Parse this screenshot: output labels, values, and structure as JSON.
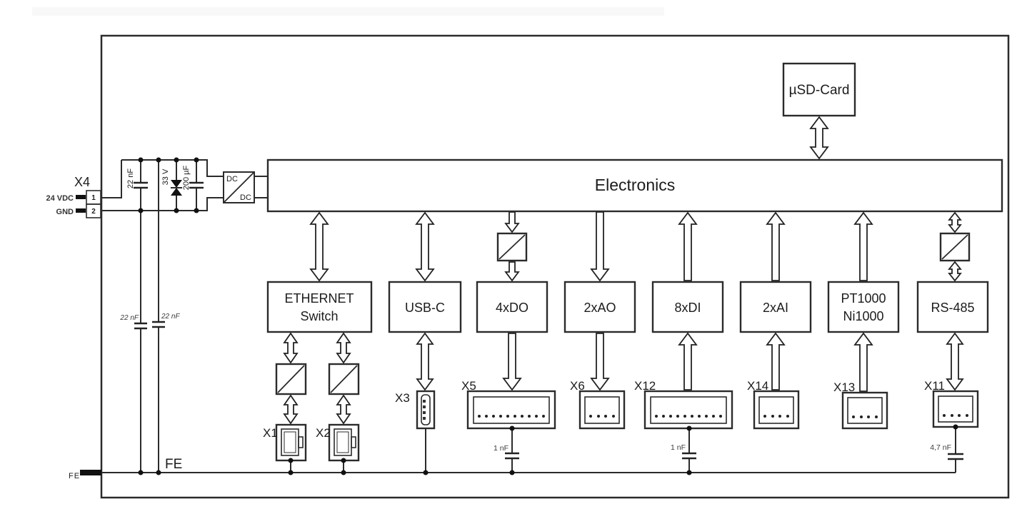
{
  "bus": {
    "label": "Electronics"
  },
  "storage": {
    "label": "µSD-Card"
  },
  "power_input": {
    "connector": {
      "label": "X4",
      "pin1_number": "1",
      "pin2_number": "2",
      "pin1_name": "24 VDC",
      "pin2_name": "GND"
    },
    "filter": {
      "input_cap": "22 nF",
      "tvs_diode": "33 V",
      "bulk_cap": "200 µF"
    },
    "converter": {
      "label_top": "DC",
      "label_bottom": "DC"
    },
    "emc_caps": {
      "left": "22 nF",
      "right": "22 nF"
    }
  },
  "blocks": {
    "ethernet": {
      "line1": "ETHERNET",
      "line2": "Switch"
    },
    "usbc": {
      "label": "USB-C"
    },
    "dout": {
      "label": "4xDO"
    },
    "aout": {
      "label": "2xAO"
    },
    "din": {
      "label": "8xDI"
    },
    "ain": {
      "label": "2xAI"
    },
    "temp": {
      "line1": "PT1000",
      "line2": "Ni1000"
    },
    "rs485": {
      "label": "RS-485"
    }
  },
  "connectors": {
    "x1": "X1",
    "x2": "X2",
    "x3": "X3",
    "x5": "X5",
    "x6": "X6",
    "x12": "X12",
    "x14": "X14",
    "x13": "X13",
    "x11": "X11"
  },
  "earth": {
    "terminal_label": "FE",
    "bus_label": "FE",
    "cap_x5": "1 nF",
    "cap_x12": "1 nF",
    "cap_x11": "4,7 nF"
  }
}
